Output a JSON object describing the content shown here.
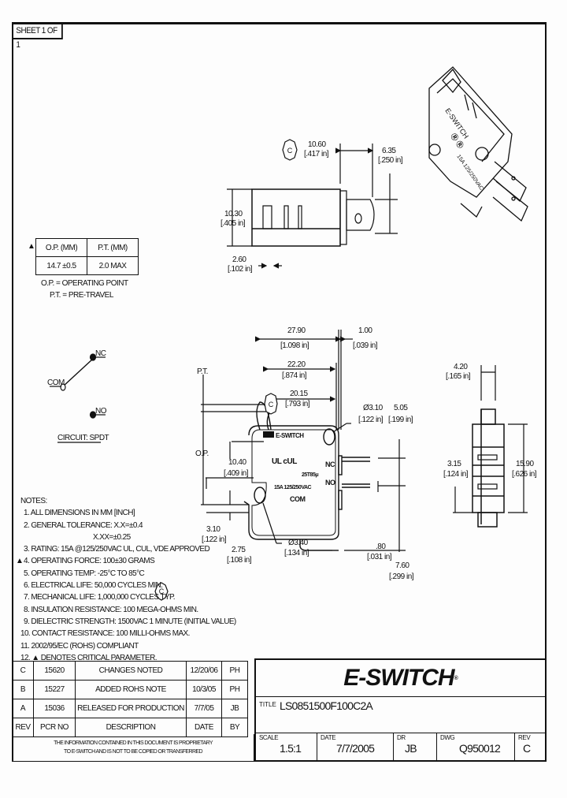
{
  "sheet": {
    "label": "SHEET 1 OF 1"
  },
  "op_table": {
    "critical_marker": "▲",
    "headers": [
      "O.P. (MM)",
      "P.T. (MM)"
    ],
    "values": [
      "14.7 ±0.5",
      "2.0 MAX"
    ],
    "legend": [
      "O.P. = OPERATING POINT",
      "P.T. = PRE-TRAVEL"
    ]
  },
  "top_view": {
    "rev_marker": "C",
    "dims": [
      {
        "mm": "10.60",
        "in": "[.417 in]"
      },
      {
        "mm": "6.35",
        "in": "[.250 in]"
      },
      {
        "mm": "10.30",
        "in": "[.405 in]"
      },
      {
        "mm": "2.60",
        "in": "[.102 in]"
      }
    ]
  },
  "circuit": {
    "nc": "NC",
    "com": "COM",
    "no": "NO",
    "label": "CIRCUIT: SPDT"
  },
  "front_view": {
    "pt_label": "P.T.",
    "op_label": "O.P.",
    "rev_marker": "C",
    "body_text": {
      "brand": "E-SWITCH",
      "approvals": "UL cUL",
      "rating_code": "25T85μ",
      "rating": "15A 125/250VAC",
      "nc": "NC",
      "no": "NO",
      "com": "COM"
    },
    "dims": [
      {
        "mm": "27.90",
        "in": "[1.098 in]"
      },
      {
        "mm": "1.00",
        "in": "[.039 in]"
      },
      {
        "mm": "22.20",
        "in": "[.874 in]"
      },
      {
        "mm": "20.15",
        "in": "[.793 in]"
      },
      {
        "mm": "Ø3.10",
        "in": "[.122 in]"
      },
      {
        "mm": "5.05",
        "in": "[.199 in]"
      },
      {
        "mm": "10.40",
        "in": "[.409 in]"
      },
      {
        "mm": "3.10",
        "in": "[.122 in]"
      },
      {
        "mm": "2.75",
        "in": "[.108 in]"
      },
      {
        "mm": "Ø3.40",
        "in": "[.134 in]"
      },
      {
        "mm": ".80",
        "in": "[.031 in]"
      },
      {
        "mm": "7.60",
        "in": "[.299 in]"
      }
    ]
  },
  "side_view": {
    "dims": [
      {
        "mm": "4.20",
        "in": "[.165 in]"
      },
      {
        "mm": "3.15",
        "in": "[.124 in]"
      },
      {
        "mm": "15.90",
        "in": "[.626 in]"
      }
    ]
  },
  "notes": {
    "heading": "NOTES:",
    "items": [
      "1. ALL DIMENSIONS IN MM [INCH]",
      "2. GENERAL TOLERANCE: X.X=±0.4",
      "X.XX=±0.25",
      "3. RATING: 15A @125/250VAC UL, CUL, VDE APPROVED",
      "4. OPERATING FORCE: 100±30 GRAMS",
      "5. OPERATING TEMP: -25°C TO 85°C",
      "6. ELECTRICAL LIFE: 50,000 CYCLES MIN.",
      "7. MECHANICAL LIFE: 1,000,000 CYCLES TYP.",
      "8. INSULATION RESISTANCE: 100 MEGA-OHMS MIN.",
      "9. DIELECTRIC STRENGTH: 1500VAC 1 MINUTE (INITIAL VALUE)",
      "10. CONTACT RESISTANCE: 100 MILLI-OHMS MAX.",
      "11. 2002/95/EC (ROHS) COMPLIANT",
      "12. ▲ DENOTES CRITICAL PARAMETER."
    ],
    "critical_marker": "▲",
    "rev_marker": "C"
  },
  "revisions": {
    "rows": [
      {
        "rev": "C",
        "pcr": "15620",
        "desc": "CHANGES NOTED",
        "date": "12/20/06",
        "by": "PH"
      },
      {
        "rev": "B",
        "pcr": "15227",
        "desc": "ADDED ROHS NOTE",
        "date": "10/3/05",
        "by": "PH"
      },
      {
        "rev": "A",
        "pcr": "15036",
        "desc": "RELEASED FOR PRODUCTION",
        "date": "7/7/05",
        "by": "JB"
      }
    ],
    "header": {
      "rev": "REV",
      "pcr": "PCR NO",
      "desc": "DESCRIPTION",
      "date": "DATE",
      "by": "BY"
    },
    "proprietary": [
      "THE INFORMATION CONTAINED IN THIS DOCUMENT IS PROPRIETARY",
      "TO E-SWITCH AND IS NOT TO BE COPIED OR TRANSFERRED"
    ]
  },
  "title_block": {
    "logo": "E-SWITCH",
    "logo_mark": "®",
    "title_label": "TITLE",
    "title": "LS0851500F100C2A",
    "scale_label": "SCALE",
    "scale": "1.5:1",
    "date_label": "DATE",
    "date": "7/7/2005",
    "dr_label": "DR",
    "dr": "JB",
    "dwg_label": "DWG",
    "dwg": "Q950012",
    "rev_label": "REV",
    "rev": "C"
  }
}
